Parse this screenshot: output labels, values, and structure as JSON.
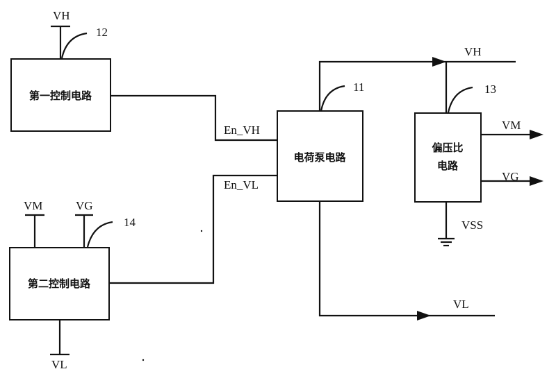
{
  "blocks": {
    "first_control": "第一控制电路",
    "second_control": "第二控制电路",
    "charge_pump": "电荷泵电路",
    "bias_ratio_line1": "偏压比",
    "bias_ratio_line2": "电路"
  },
  "refs": {
    "first_control": "12",
    "charge_pump": "11",
    "bias_ratio": "13",
    "second_control": "14"
  },
  "signals": {
    "vh_top_left": "VH",
    "vh_top_right": "VH",
    "en_vh": "En_VH",
    "en_vl": "En_VL",
    "vm_left": "VM",
    "vg_left": "VG",
    "vl_bottom_left": "VL",
    "vm_right": "VM",
    "vg_right": "VG",
    "vss": "VSS",
    "vl_right": "VL"
  }
}
